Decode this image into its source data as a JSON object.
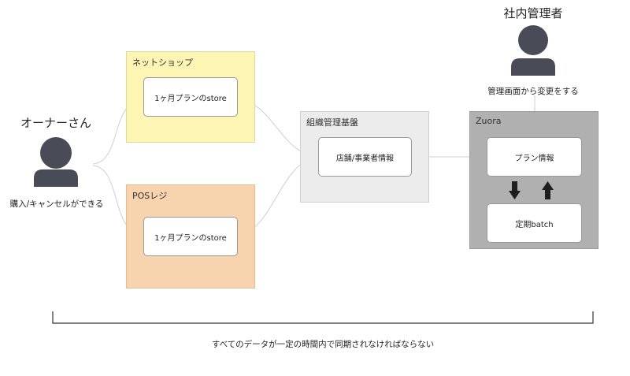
{
  "actors": {
    "owner": {
      "name": "オーナーさん",
      "caption": "購入/キャンセルができる",
      "icon": "person-icon"
    },
    "admin": {
      "name": "社内管理者",
      "caption": "管理画面から変更をする",
      "icon": "person-icon"
    }
  },
  "groups": {
    "netshop": {
      "title": "ネットショップ",
      "card": "1ヶ月プランのstore",
      "color": "#fdf5b4"
    },
    "pos": {
      "title": "POSレジ",
      "card": "1ヶ月プランのstore",
      "color": "#f7d3ae"
    },
    "org": {
      "title": "組織管理基盤",
      "card": "店舗/事業者情報",
      "color": "#ececec"
    },
    "zuora": {
      "title": "Zuora",
      "plan_card": "プラン情報",
      "batch_card": "定期batch",
      "color": "#b0b0b0"
    }
  },
  "arrows": {
    "down": "down-arrow-icon",
    "up": "up-arrow-icon"
  },
  "footer": {
    "note": "すべてのデータが一定の時間内で同期されなければならない"
  },
  "colors": {
    "person": "#494b57",
    "line": "#bdbdbd",
    "bracket": "#333333"
  }
}
